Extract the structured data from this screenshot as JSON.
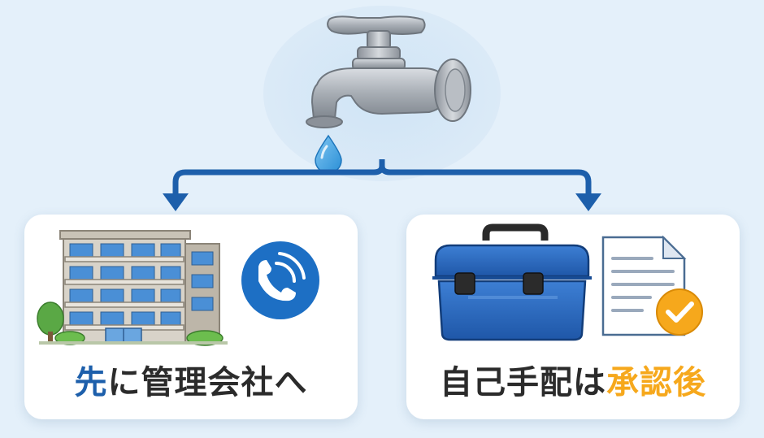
{
  "left_card": {
    "label_accent": "先",
    "label_rest": "に管理会社へ",
    "accent_color": "#1d5fab",
    "icons": [
      "apartment-building-icon",
      "phone-call-icon"
    ]
  },
  "right_card": {
    "label_rest": "自己手配は",
    "label_accent": "承認後",
    "accent_color": "#f6a81c",
    "icons": [
      "toolbox-icon",
      "approved-document-icon"
    ]
  },
  "top": {
    "icons": [
      "water-faucet-icon",
      "water-drop-icon"
    ]
  },
  "colors": {
    "background": "#e4f0fa",
    "arrow": "#1d5fab",
    "phone_badge": "#1d6fc4",
    "check_badge": "#f6a81c"
  }
}
